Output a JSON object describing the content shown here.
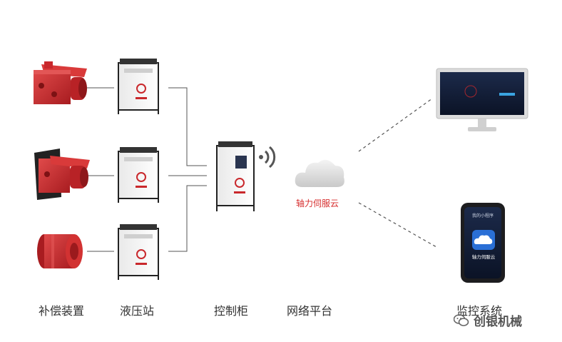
{
  "labels": {
    "compensator": "补偿装置",
    "hydraulic_station": "液压站",
    "control_cabinet": "控制柜",
    "network_platform": "网络平台",
    "monitoring_system": "监控系统"
  },
  "cloud_name": "轴力伺服云",
  "phone": {
    "header": "我的小程序",
    "app_name": "轴力伺服云"
  },
  "watermark": "创银机械",
  "colors": {
    "device_red": "#c9282c",
    "accent_red": "#d62d2d",
    "line_gray": "#555555"
  }
}
